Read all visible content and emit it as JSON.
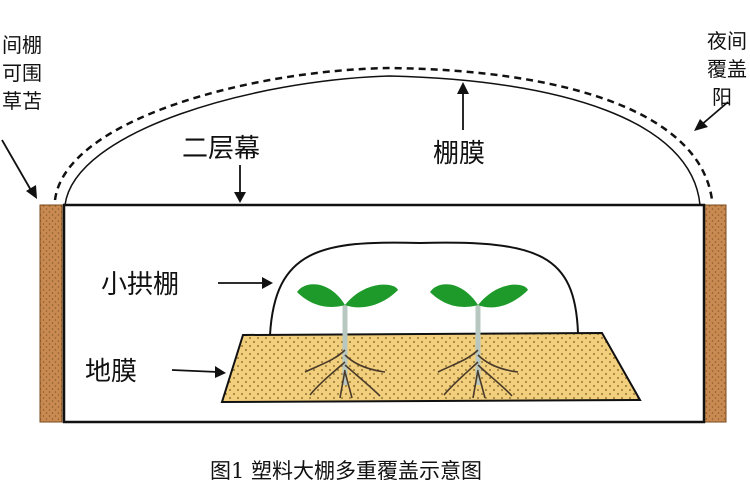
{
  "labels": {
    "left_note": [
      "间棚",
      "可围",
      "草苫"
    ],
    "right_note": [
      "夜间",
      "覆盖",
      "阳"
    ],
    "second_curtain": "二层幕",
    "shed_film": "棚膜",
    "small_arch": "小拱棚",
    "ground_film": "地膜"
  },
  "caption": "图1  塑料大棚多重覆盖示意图",
  "colors": {
    "line": "#111111",
    "soil": "#f2cf7c",
    "soil_dot": "#7a5a20",
    "post": "#c98a52",
    "leaf": "#1e9a2a",
    "stem": "#b8c8c0",
    "root": "#4a3a2a"
  }
}
